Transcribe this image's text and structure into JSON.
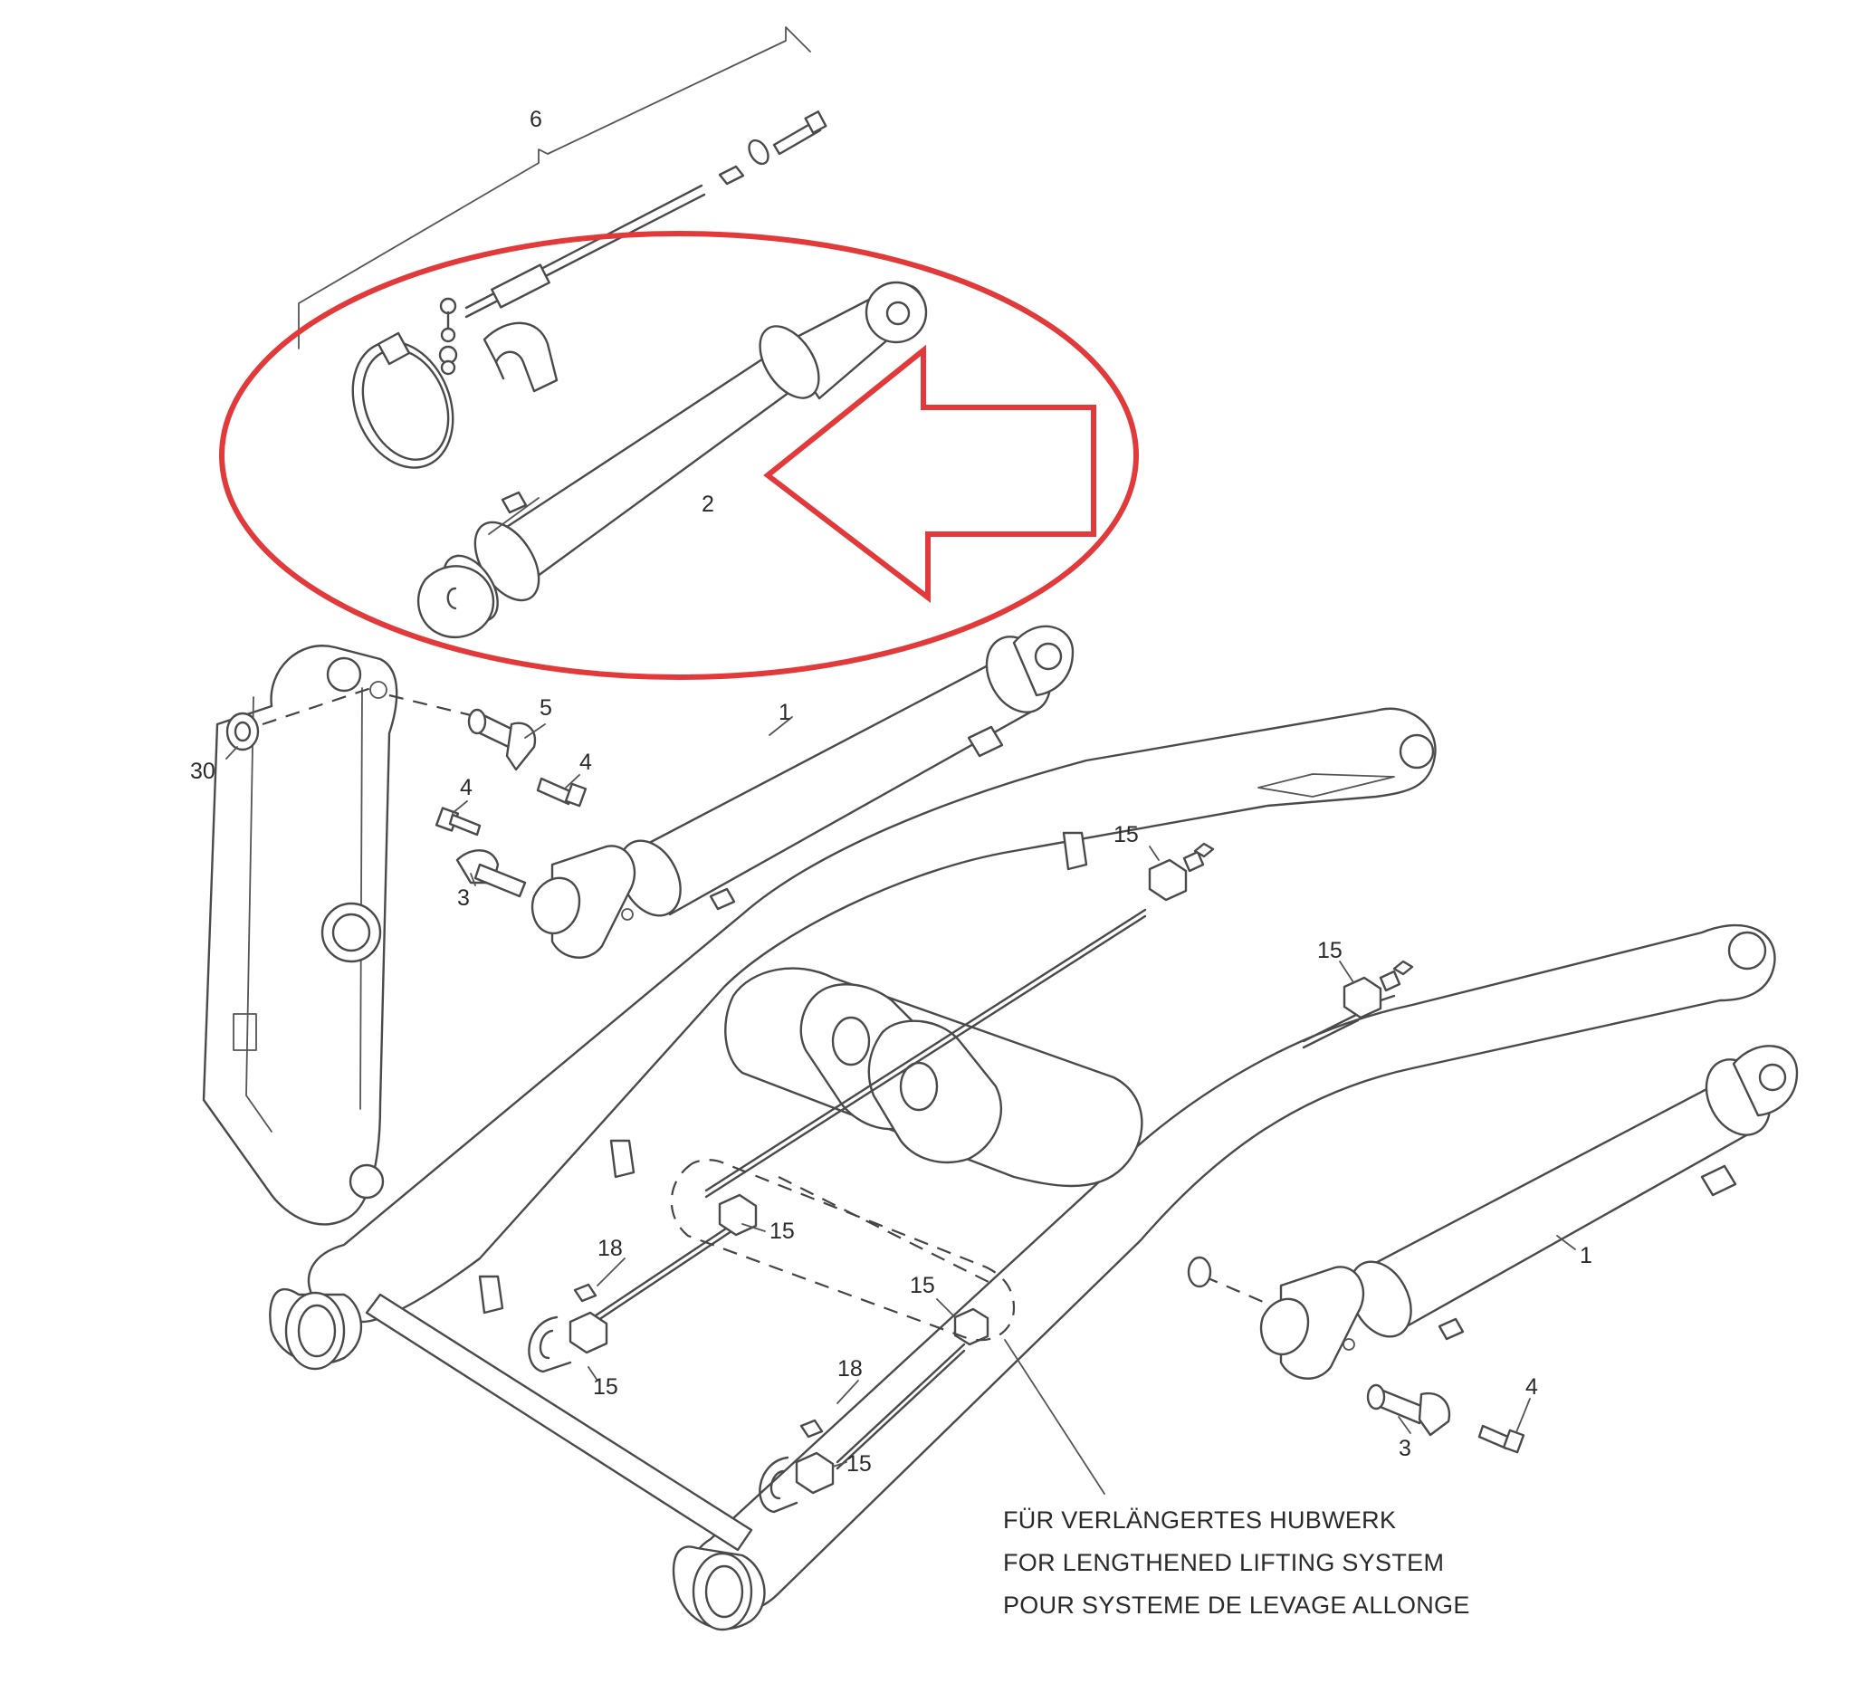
{
  "callouts": {
    "c6": "6",
    "c2": "2",
    "c1_upper": "1",
    "c1_lower": "1",
    "c5": "5",
    "c4_a": "4",
    "c4_b": "4",
    "c4_c": "4",
    "c3_a": "3",
    "c3_b": "3",
    "c30": "30",
    "c15_a": "15",
    "c15_b": "15",
    "c15_c": "15",
    "c15_d": "15",
    "c15_e": "15",
    "c15_f": "15",
    "c18_a": "18",
    "c18_b": "18"
  },
  "caption": {
    "de": "FÜR VERLÄNGERTES HUBWERK",
    "en": "FOR LENGTHENED LIFTING SYSTEM",
    "fr": "POUR SYSTEME DE LEVAGE ALLONGE"
  },
  "colors": {
    "highlight": "#e23a3a",
    "line": "#4a4a4a"
  }
}
